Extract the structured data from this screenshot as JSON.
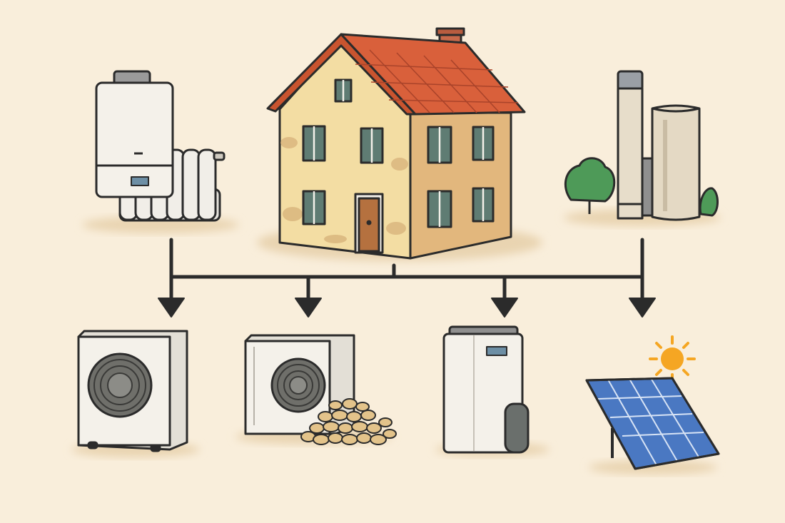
{
  "diagram": {
    "type": "flow",
    "edges": [
      {
        "from": "gas-boiler-with-radiator",
        "to": "heating-network"
      },
      {
        "from": "house",
        "to": "heating-network"
      },
      {
        "from": "oil-tank-with-chimney",
        "to": "heating-network"
      },
      {
        "from": "heating-network",
        "to": "air-heat-pump"
      },
      {
        "from": "heating-network",
        "to": "heat-pump-with-wood-pellets"
      },
      {
        "from": "heating-network",
        "to": "indoor-heat-pump-unit"
      },
      {
        "from": "heating-network",
        "to": "solar-panel"
      }
    ]
  },
  "palette": {
    "background": "#f9eedb",
    "outline": "#2b2b2b",
    "roof": "#d9603b",
    "wall_front": "#f3dda3",
    "wall_side": "#e2b77d",
    "appliance": "#f4f1ea",
    "door": "#b5713f",
    "window": "#5f7c73",
    "tree": "#4e9a58",
    "solar_cell": "#4a78c2",
    "sun": "#f5a623",
    "pellets": "#e3c38a"
  },
  "icons": [
    "house-icon",
    "gas-boiler-icon",
    "radiator-icon",
    "oil-tank-icon",
    "chimney-icon",
    "tree-icon",
    "air-heat-pump-icon",
    "fan-icon",
    "wood-pellets-icon",
    "indoor-unit-icon",
    "solar-panel-icon",
    "sun-icon"
  ]
}
